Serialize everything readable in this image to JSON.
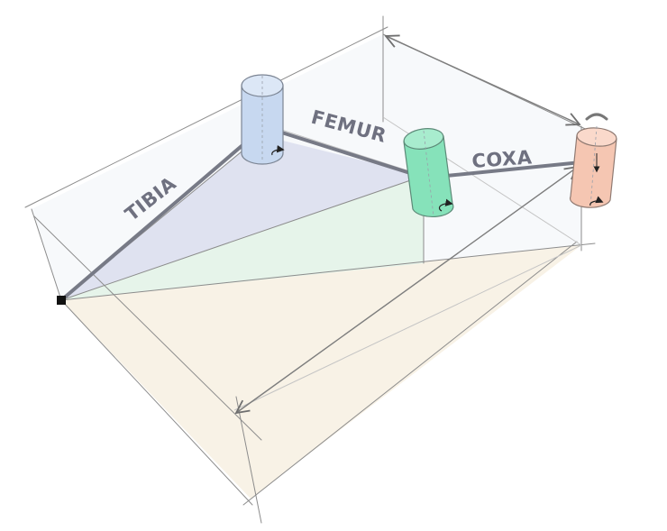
{
  "labels": {
    "tibia": "TIBIA",
    "femur": "FEMUR",
    "coxa": "COXA"
  },
  "colors": {
    "tibia_joint": "#c7d8f0",
    "femur_joint": "#86e2ba",
    "coxa_joint": "#f5c6b2",
    "tibia_plane": "#dfe2f0",
    "femur_plane": "#e6f4ea",
    "ground_plane": "#f8f2e6",
    "leg_segment": "#777a86"
  },
  "icons": {
    "rotation": "rotation-arrow-icon",
    "foot": "foot-point-icon"
  }
}
